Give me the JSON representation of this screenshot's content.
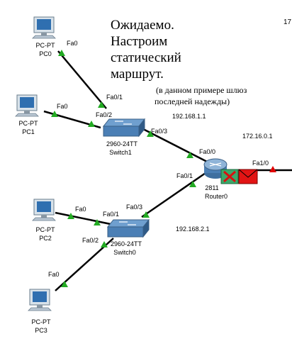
{
  "note": {
    "line1": "Ожидаемо.",
    "line2": "Настроим",
    "line3": "статический",
    "line4": "маршрут.",
    "sub1": "(в данном примере шлюз",
    "sub2": "последней надежды)"
  },
  "corner_text": "17",
  "ips": {
    "net1": "192.168.1.1",
    "net2": "192.168.2.1",
    "net3": "172.16.0.1"
  },
  "devices": {
    "pc0": {
      "type": "PC-PT",
      "name": "PC0"
    },
    "pc1": {
      "type": "PC-PT",
      "name": "PC1"
    },
    "pc2": {
      "type": "PC-PT",
      "name": "PC2"
    },
    "pc3": {
      "type": "PC-PT",
      "name": "PC3"
    },
    "switch1": {
      "type": "2960-24TT",
      "name": "Switch1"
    },
    "switch0": {
      "type": "2960-24TT",
      "name": "Switch0"
    },
    "router0": {
      "type": "2811",
      "name": "Router0"
    }
  },
  "ports": {
    "pc0_fa0": "Fa0",
    "pc1_fa0": "Fa0",
    "pc2_fa0": "Fa0",
    "pc3_fa0": "Fa0",
    "sw1_fa01": "Fa0/1",
    "sw1_fa02": "Fa0/2",
    "sw1_fa03": "Fa0/3",
    "r0_fa00": "Fa0/0",
    "r0_fa01": "Fa0/1",
    "r0_fa10": "Fa1/0",
    "sw0_fa01": "Fa0/1",
    "sw0_fa02": "Fa0/2",
    "sw0_fa03": "Fa0/3"
  },
  "colors": {
    "link": "#000000",
    "port_up": "#22aa22",
    "port_down": "#e00000",
    "device_blue": "#4b7fb5"
  }
}
